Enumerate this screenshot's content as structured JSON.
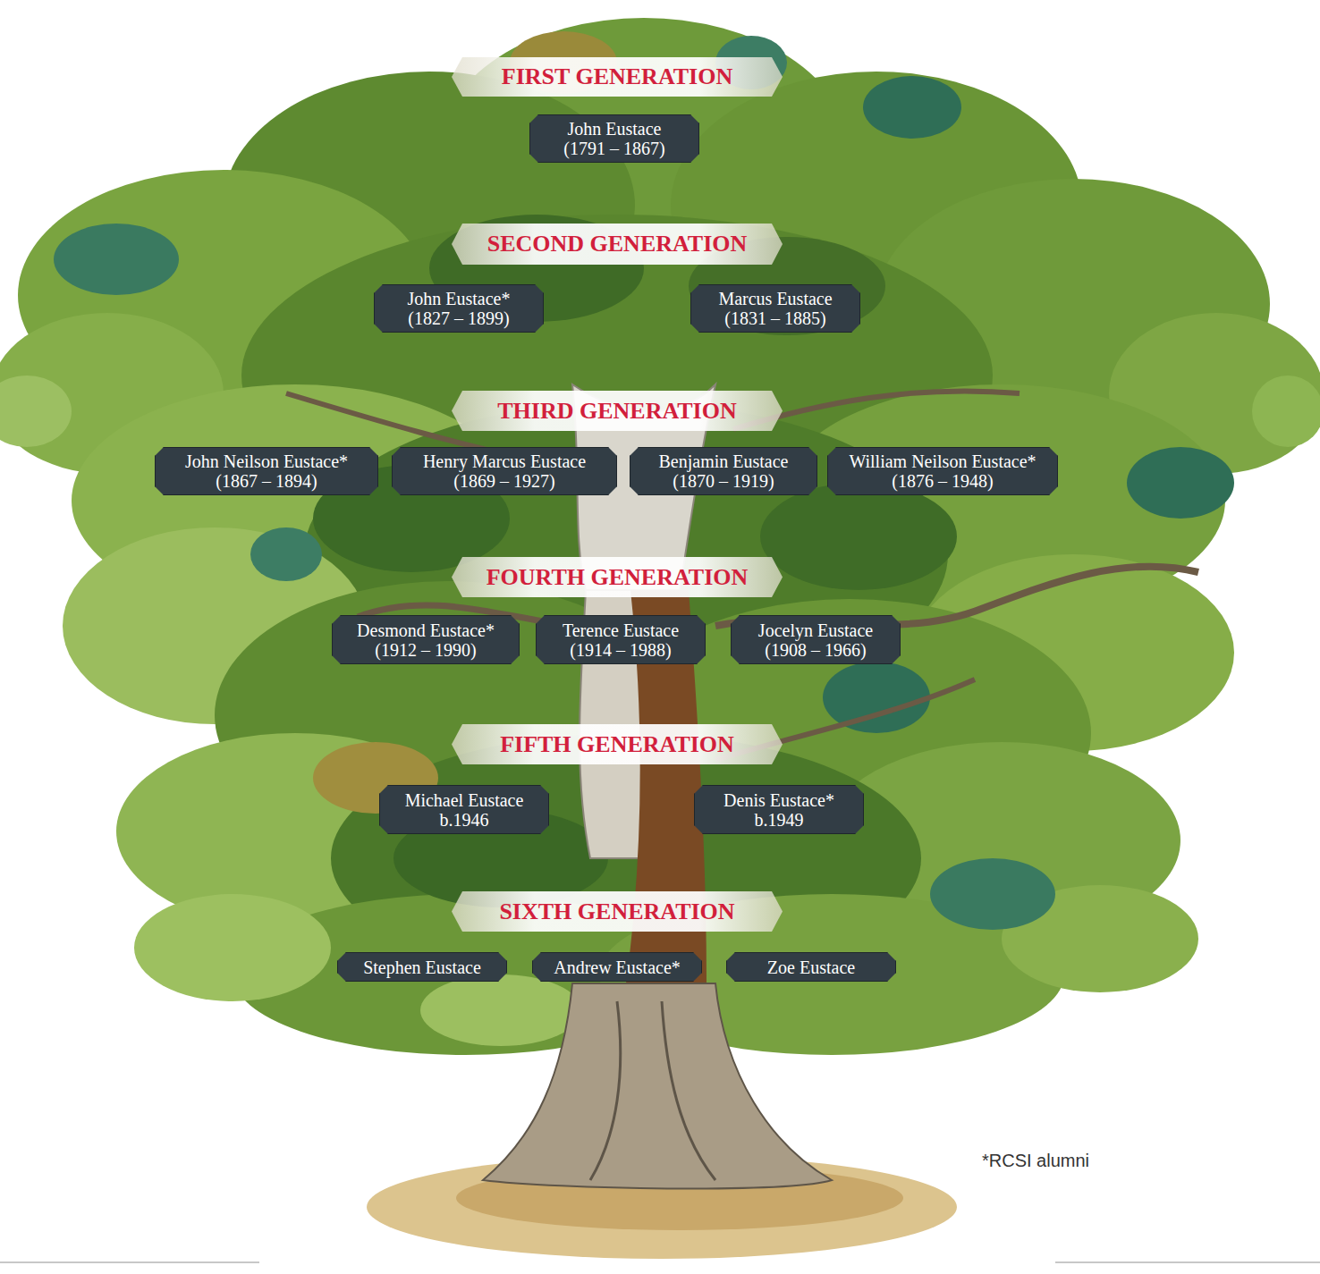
{
  "diagram": {
    "nodes": [
      {
        "text": [
          "FIRST GENERATION"
        ]
      },
      {
        "text": [
          "John Eustace",
          "(1791 – 1867)"
        ]
      },
      {
        "text": [
          "SECOND GENERATION"
        ]
      },
      {
        "text": [
          "John Eustace*",
          "(1827 – 1899)"
        ]
      },
      {
        "text": [
          "Marcus Eustace",
          "(1831 – 1885)"
        ]
      },
      {
        "text": [
          "THIRD GENERATION"
        ]
      },
      {
        "text": [
          "John Neilson Eustace*",
          "(1867 – 1894)"
        ]
      },
      {
        "text": [
          "Henry Marcus Eustace",
          "(1869 – 1927)"
        ]
      },
      {
        "text": [
          "Benjamin Eustace",
          "(1870 – 1919)"
        ]
      },
      {
        "text": [
          "William Neilson Eustace*",
          "(1876 – 1948)"
        ]
      },
      {
        "text": [
          "FOURTH GENERATION"
        ]
      },
      {
        "text": [
          "Desmond Eustace*",
          "(1912 – 1990)"
        ]
      },
      {
        "text": [
          "Terence Eustace",
          "(1914 – 1988)"
        ]
      },
      {
        "text": [
          "Jocelyn Eustace",
          "(1908 – 1966)"
        ]
      },
      {
        "text": [
          "FIFTH GENERATION"
        ]
      },
      {
        "text": [
          "Michael Eustace",
          "b.1946"
        ]
      },
      {
        "text": [
          "Denis Eustace*",
          "b.1949"
        ]
      },
      {
        "text": [
          "SIXTH GENERATION"
        ]
      },
      {
        "text": [
          "Stephen Eustace"
        ]
      },
      {
        "text": [
          "Andrew Eustace*"
        ]
      },
      {
        "text": [
          "Zoe Eustace"
        ]
      }
    ],
    "legend": [
      {
        "text": "*RCSI alumni"
      }
    ]
  }
}
